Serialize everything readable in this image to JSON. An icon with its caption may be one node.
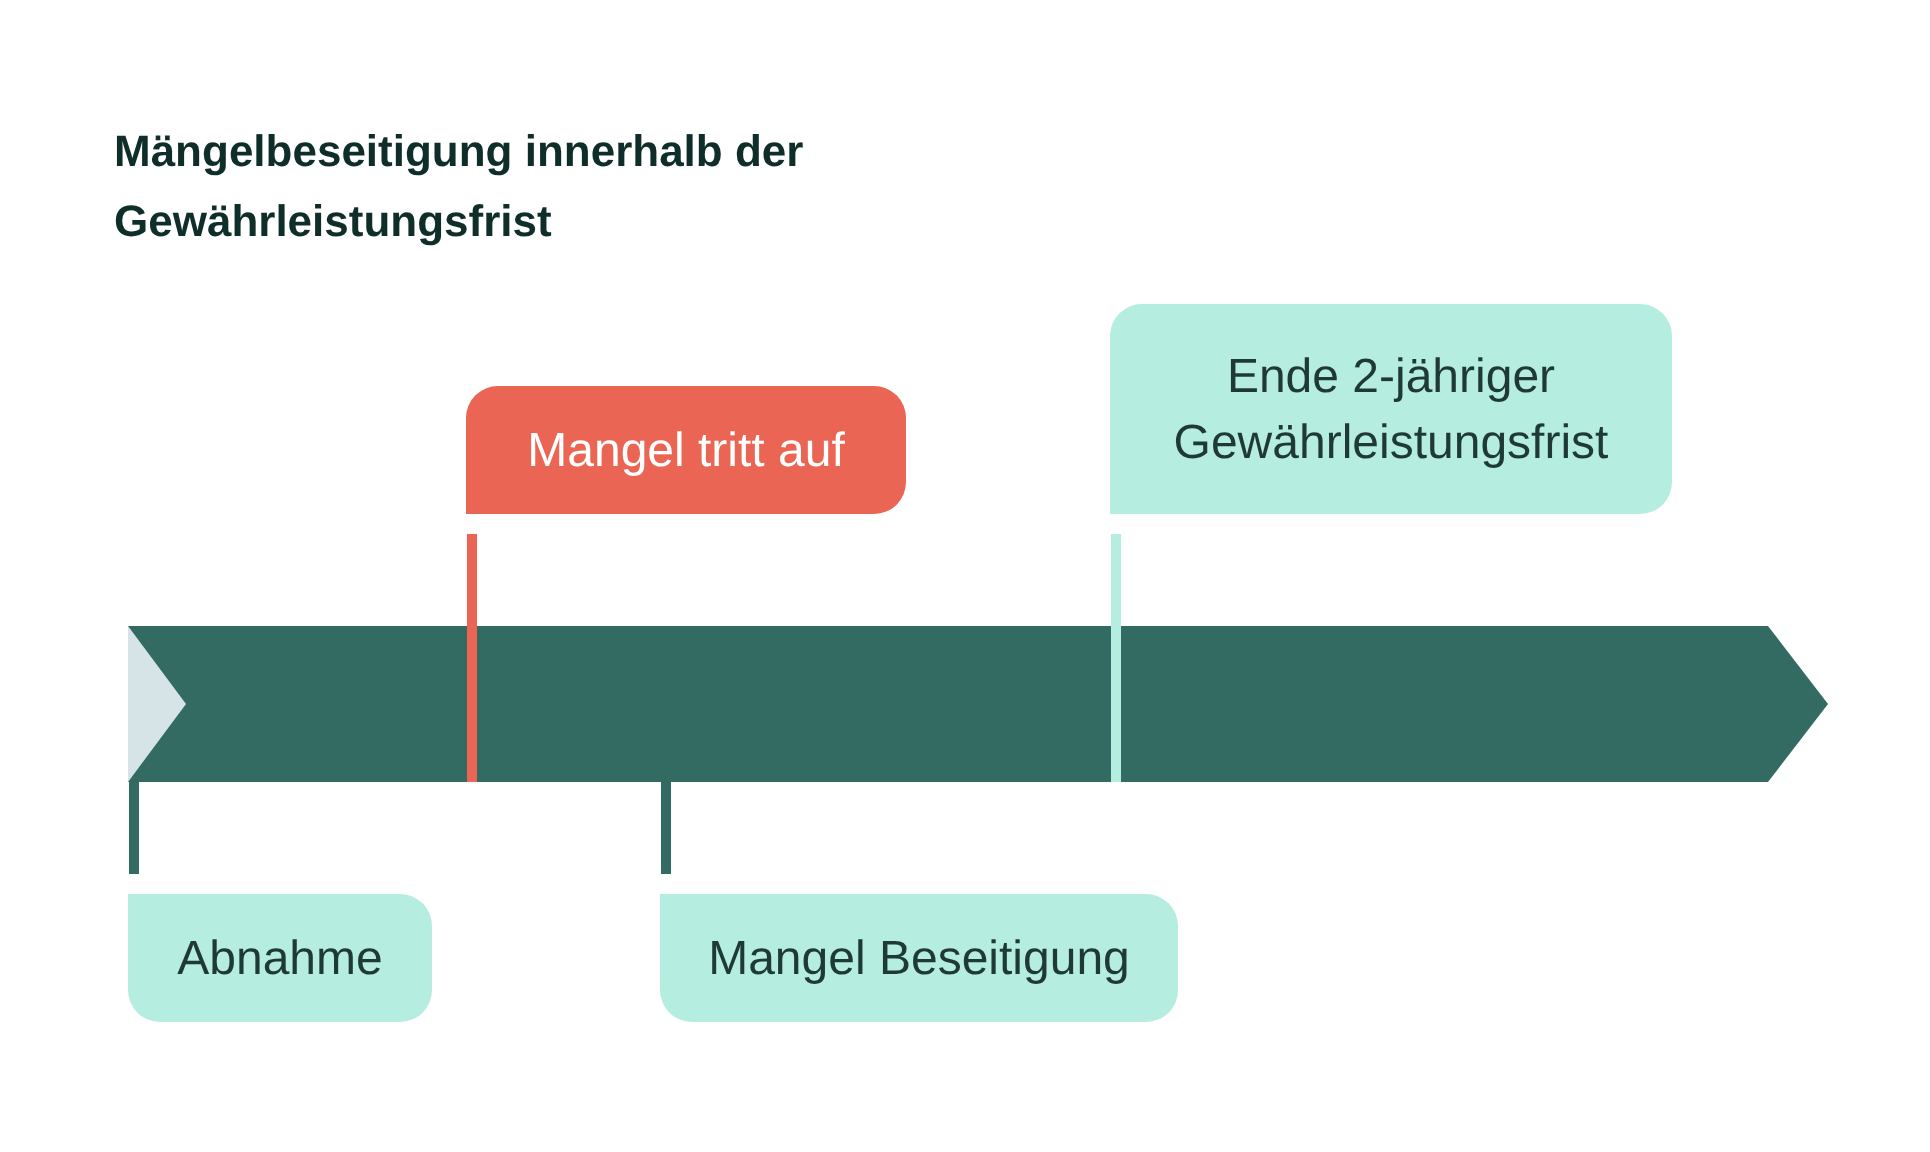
{
  "diagram": {
    "title": "Mängelbeseitigung innerhalb der Gewährleistungsfrist",
    "nodes": [
      {
        "text": [],
        "shape": "bar"
      },
      {
        "text": [
          "Mangel tritt auf"
        ]
      },
      {
        "text": [
          "Ende 2-jähriger Gewährleistungsfrist"
        ]
      },
      {
        "text": [
          "Abnahme"
        ]
      },
      {
        "text": [
          "Mangel Beseitigung"
        ]
      }
    ],
    "edges": [
      {
        "from": 1,
        "to": 0,
        "arrow": "none",
        "color": "#ea6553"
      },
      {
        "from": 2,
        "to": 0,
        "arrow": "none",
        "color": "#b5ede0"
      },
      {
        "from": 3,
        "to": 0,
        "arrow": "none"
      },
      {
        "from": 4,
        "to": 0,
        "arrow": "none"
      }
    ]
  }
}
